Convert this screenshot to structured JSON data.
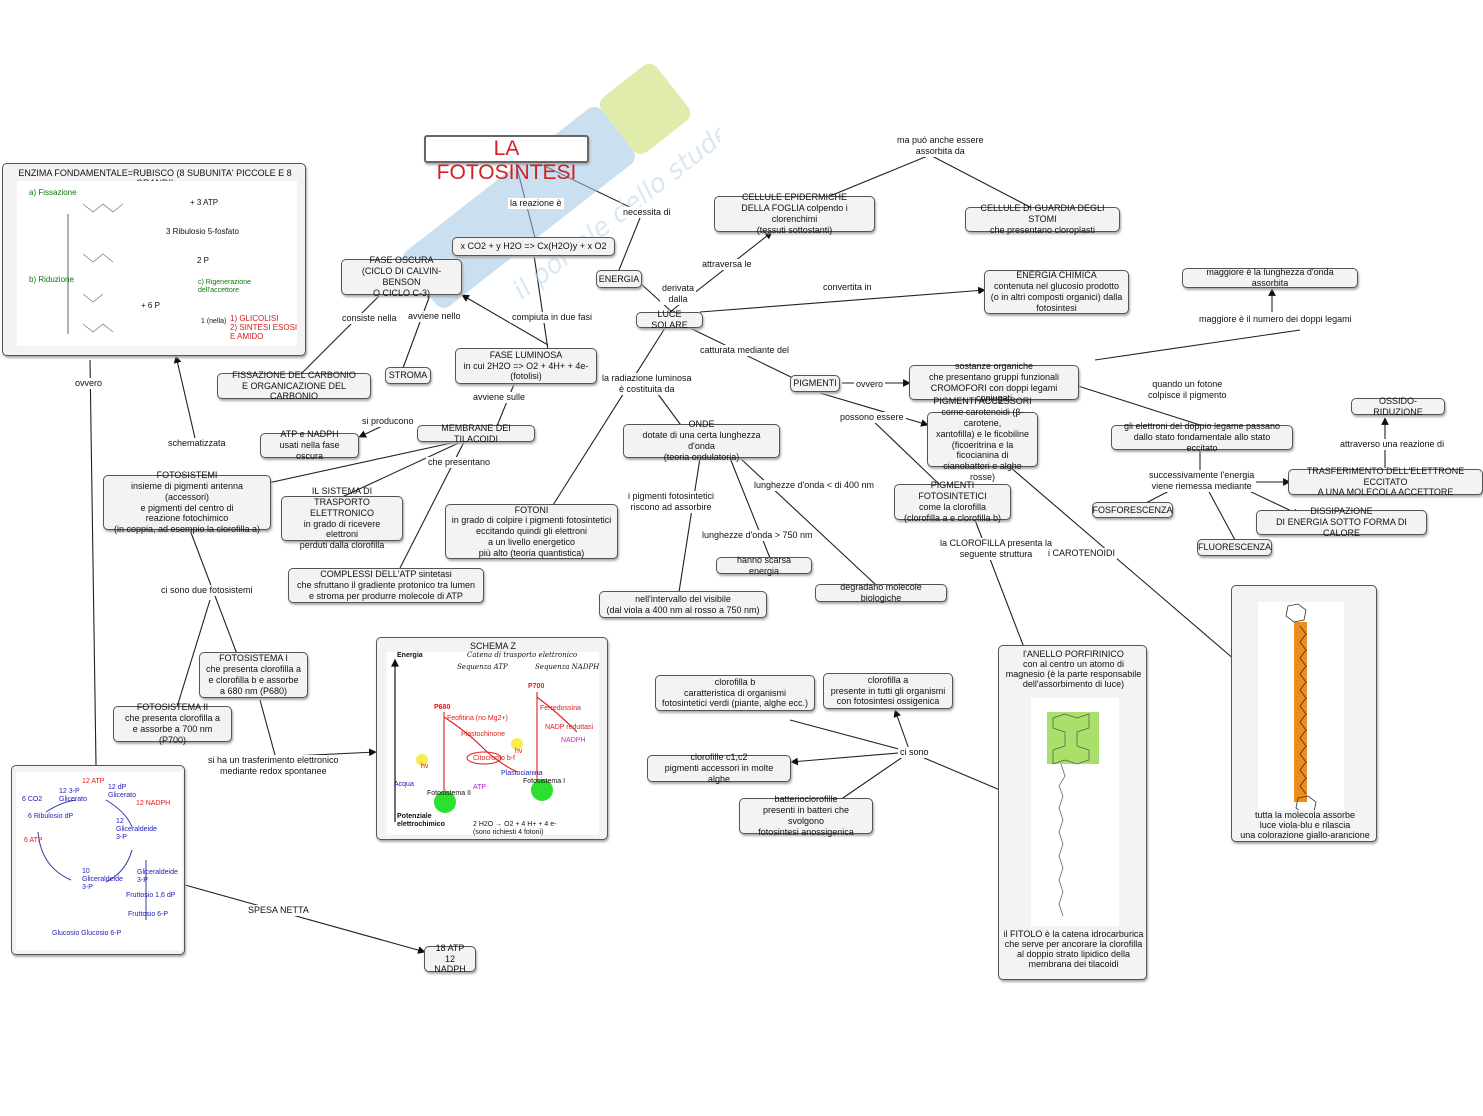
{
  "title": "LA FOTOSINTESI",
  "nodes": {
    "enzima": "ENZIMA FONDAMENTALE=RUBISCO (8 SUBUNITA' PICCOLE E 8 GRANDI)",
    "equazione": "x CO2 + y H2O => Cx(H2O)y + x O2",
    "fase_oscura": "FASE OSCURA\n(CICLO DI CALVIN-BENSON\nO CICLO C-3)",
    "energia": "ENERGIA",
    "luce_solare": "LUCE SOLARE",
    "cellule_epidermiche": "CELLULE EPIDERMICHE\nDELLA FOGLIA colpendo i clorenchimi\n(tessuti sottostanti)",
    "cellule_guardia": "CELLULE DI GUARDIA DEGLI STOMI\nche presentano cloroplasti",
    "energia_chimica": "ENERGIA CHIMICA\ncontenuta nel glucosio prodotto\n(o in altri composti organici) dalla\nfotosintesi",
    "lunghezza_onda": "maggiore è la lunghezza d'onda assorbita",
    "fase_luminosa": "FASE LUMINOSA\nin cui 2H2O => O2 + 4H+ + 4e-\n(fotolisi)",
    "fissazione": "FISSAZIONE DEL CARBONIO\nE ORGANICAZIONE DEL CARBONIO",
    "stroma": "STROMA",
    "atp_nadph": "ATP e NADPH\nusati nella fase oscura",
    "membrane": "MEMBRANE DEI TILACOIDI",
    "pigmenti": "PIGMENTI",
    "sostanze": "sostanze organiche\nche presentano gruppi funzionali\nCROMOFORI con doppi legami coniugati",
    "ossido": "OSSIDO-RIDUZIONE",
    "accessori": "PIGMENTI ACCESSORI\ncome carotenoidi (β-carotene,\nxantofilla) e le ficobiline\n(ficoeritrina e la ficocianina di\ncianobatteri e alghe rosse)",
    "elettroni": "gli elettroni del doppio legame passano\ndallo stato fondamentale allo stato eccitato",
    "onde": "ONDE\ndotate di una certa lunghezza d'onda\n(teoria ondulatoria)",
    "trasferimento": "TRASFERIMENTO DELL'ELETTRONE ECCITATO\nA UNA MOLECOLA ACCETTORE",
    "fotosistemi": "FOTOSISTEMI\ninsieme di pigmenti antenna (accessori)\ne pigmenti del centro di\nreazione fotochimico\n(in coppia, ad esempio la clorofilla a)",
    "sistema_trasporto": "IL SISTEMA DI TRASPORTO\nELETTRONICO\nin grado di ricevere elettroni\nperduti dalla clorofilla",
    "fotoni": "FOTONI\nin grado di colpire i pigmenti fotosintetici\neccitando quindi gli elettroni\na un livello energetico\npiù alto (teoria quantistica)",
    "fosforescenza": "FOSFORESCENZA",
    "pigmenti_fotosintetici": "PIGMENTI FOTOSINTETICI\ncome la clorofilla\n(clorofilla a e clorofilla b)",
    "dissipazione": "DISSIPAZIONE\nDI ENERGIA SOTTO FORMA DI CALORE",
    "fluorescenza": "FLUORESCENZA",
    "scarsa_energia": "hanno scarsa energia",
    "complessi_atp": "COMPLESSI DELL'ATP sintetasi\nche sfruttano il gradiente protonico tra lumen\ne stroma per produrre molecole di ATP",
    "degradano": "degradano molecole biologiche",
    "visibile": "nell'intervallo del visibile\n(dal viola a 400 nm al rosso a 750 nm)",
    "fotosistema_1": "FOTOSISTEMA I\nche presenta clorofilla a\ne clorofilla b e assorbe\na 680 nm (P680)",
    "fotosistema_2": "FOTOSISTEMA II\nche presenta clorofilla a\ne assorbe a 700 nm (P700)",
    "clorofilla_b": "clorofilla b\ncaratteristica di organismi\nfotosintetici verdi (piante, alghe ecc.)",
    "clorofilla_a": "clorofilla a\npresente in tutti gli organismi\ncon fotosintesi ossigenica",
    "clorofille_c": "clorofille c1,c2\npigmenti accessori in molte alghe",
    "batterio": "batterioclorofille\npresenti in batteri che svolgono\nfotosintesi anossigenica",
    "atp_18": "18 ATP\n12 NADPH",
    "anello_text": "l'ANELLO PORFIRINICO\ncon al centro un atomo di\nmagnesio (è la parte responsabile\ndell'assorbimento di luce)",
    "fitolo_text": "il FITOLO è la catena idrocarburica\nche serve per ancorare la clorofilla\nal doppio strato lipidico della\nmembrana dei tilacoidi",
    "carotene_text": "tutta la molecola assorbe\nluce viola-blu e rilascia\nuna colorazione giallo-arancione",
    "schema_z_title": "SCHEMA Z"
  },
  "labels": {
    "reazione": "la reazione è",
    "necessita": "necessita di",
    "ma_puo": "ma può anche essere\nassorbita da",
    "attraversa": "attraversa le",
    "convertita": "convertita in",
    "derivata": "derivata\ndalla",
    "maggiore_numero": "maggiore è il numero dei doppi legami",
    "consiste": "consiste nella",
    "avviene_nello": "avviene nello",
    "compiuta": "compiuta in due fasi",
    "catturata": "catturata mediante del",
    "radiazione": "la radiazione luminosa\nè costituita da",
    "ovvero1": "ovvero",
    "ovvero2": "ovvero",
    "quando": "quando un fotone\ncolpisce il pigmento",
    "avviene_sulle": "avviene sulle",
    "si_producono": "si producono",
    "possono": "possono essere",
    "attraverso": "attraverso una reazione di",
    "schematizzata": "schematizzata",
    "che_presentano": "che presentano",
    "successivamente": "successivamente l'energia\nviene riemessa mediante",
    "pigmenti_risc": "i pigmenti fotosintetici\nriscono ad assorbire",
    "lunghezze_400": "lunghezze d'onda < di 400 nm",
    "lunghezze_750": "lunghezze d'onda > 750 nm",
    "clorofilla_presenta": "la CLOROFILLA presenta la\nseguente struttura",
    "carotenoidi": "i CAROTENOIDI",
    "due_fotosistemi": "ci sono due fotosistemi",
    "trasferimento_redox": "si ha un trasferimento elettronico\nmediante redox spontanee",
    "ci_sono": "ci sono",
    "spesa": "SPESA NETTA"
  },
  "calvin": {
    "fissazione": "a) Fissazione",
    "riduzione": "b) Riduzione",
    "rigenerazione": "c) Rigenerazione\ndell'accettore",
    "atp3": "+ 3 ATP",
    "ribulosio": "3  Ribulosio 5-fosfato",
    "p2": "2 P",
    "p6": "+ 6 P",
    "glicolisi": "1) GLICOLISI\n2) SINTESI ESOSI\nE AMIDO",
    "nella": "1 (nella)"
  },
  "cycle": {
    "atp12": "12 ATP",
    "nadph12": "12 NADPH",
    "glicerato": "12 dP\nGlicerato",
    "glicerato3p": "12 3-P\nGlicerato",
    "ribulosio": "6 Ribulosio dP",
    "co2": "6 CO2",
    "atp6": "6 ATP",
    "gliceraldeide12": "12\nGliceraldeide\n3-P",
    "gliceraldeide10": "10\nGliceraldeide\n3-P",
    "gliceraldeide2": "Gliceraldeide\n3-P",
    "fruttosio16": "Fruttosio 1,6 dP",
    "fruttosio6": "Fruttosio 6-P",
    "glucosio": "Glucosio  Glucosio 6-P"
  },
  "schema_z": {
    "energia": "Energia",
    "subtitle": "Catena di trasporto elettronico",
    "seq_atp": "Sequenza ATP",
    "seq_nadph": "Sequenza NADPH",
    "p680": "P680",
    "p700": "P700",
    "feofitina": "Feofitina (no Mg2+)",
    "plastochinone": "Plastochinone",
    "citocromo": "Citocromo b-f",
    "plastocianina": "Plastocianina",
    "ferredossina": "Ferredossina",
    "nadp_red": "NADP reduttasi",
    "nadph": "NADPH",
    "acqua": "Acqua",
    "atp": "ATP",
    "fs2": "Fotosistema II",
    "fs1": "Fotosistema I",
    "potenziale": "Potenziale\nelettrochimico",
    "eq": "2 H2O → O2 + 4 H+ + 4 e-\n(sono richiesti 4 fotoni)",
    "hv1": "hν",
    "hv2": "hν"
  },
  "colors": {
    "title": "#d62020",
    "node_bg": "#f3f3f3",
    "watermark": "#9fc7e6"
  }
}
